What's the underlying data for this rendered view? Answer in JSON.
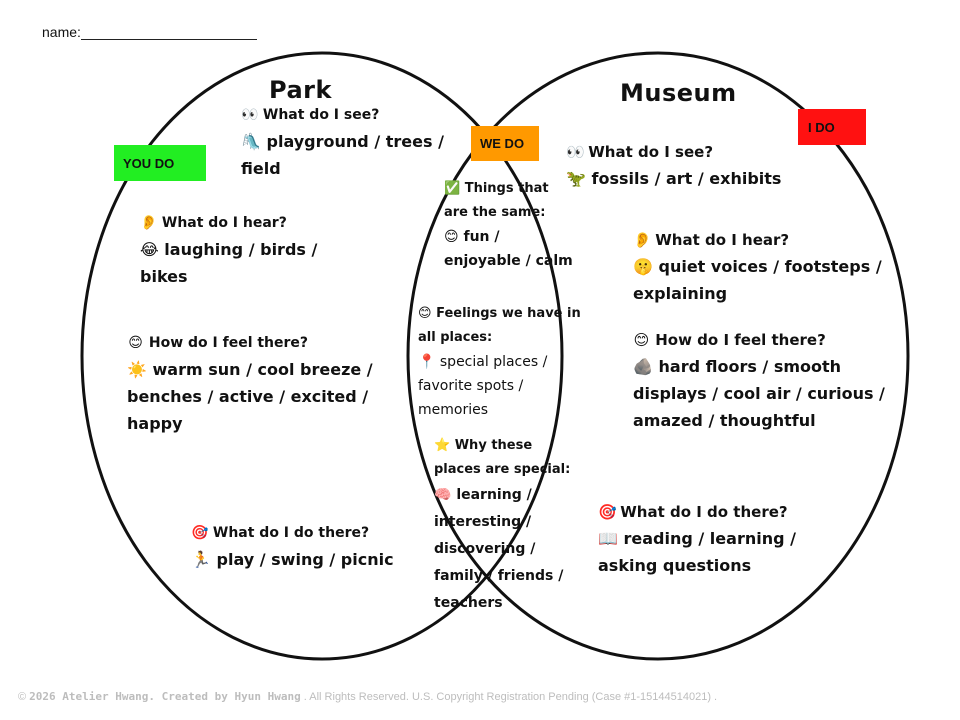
{
  "name_label": "name:",
  "park": {
    "title": "Park",
    "tag": "YOU DO",
    "see_q": "What do I see?",
    "see_a": "playground / trees / field",
    "hear_q": "What do I hear?",
    "hear_a": "laughing / birds / bikes",
    "feel_q": "How do I feel there?",
    "feel_a": "warm sun / cool breeze / benches / active / excited / happy",
    "do_q": "What do I do there?",
    "do_a": "play / swing / picnic"
  },
  "museum": {
    "title": "Museum",
    "tag": "I DO",
    "see_q": "What do I see?",
    "see_a": "fossils / art / exhibits",
    "hear_q": "What do I hear?",
    "hear_a": "quiet voices / footsteps / explaining",
    "feel_q": "How do I feel there?",
    "feel_a": "hard floors / smooth displays / cool air / curious / amazed / thoughtful",
    "do_q": "What do I do there?",
    "do_a": "reading / learning / asking questions"
  },
  "both": {
    "tag": "WE DO",
    "same_q": "Things that are the same:",
    "same_a": "fun / enjoyable / calm",
    "feel_q": "Feelings we have in all places:",
    "feel_a": "special places / favorite spots / memories",
    "why_q": "Why these places are special:",
    "why_a": "learning / interesting / discovering / family / friends / teachers"
  },
  "footer": {
    "brand": "2026 Atelier Hwang. Created by Hyun Hwang",
    "rights": ". All Rights Reserved. U.S. Copyright Registration Pending (Case #1-15144514021) ."
  },
  "colors": {
    "you_do": "#22ee22",
    "we_do": "#ff9900",
    "i_do": "#ff1111"
  }
}
